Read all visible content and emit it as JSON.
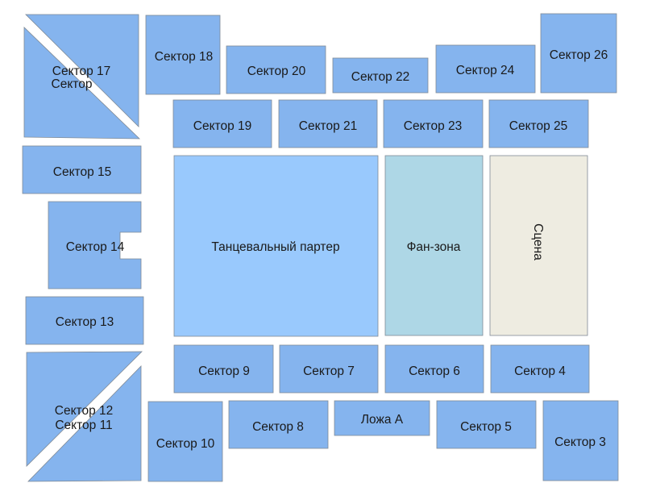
{
  "colors": {
    "sector": "#85b4ee",
    "dance_floor": "#99c9fd",
    "fan_zone": "#aed7e6",
    "stage": "#eeece1",
    "outline": "#7f8a96"
  },
  "sectors": {
    "s3": "Сектор 3",
    "s4": "Сектор 4",
    "s5": "Сектор 5",
    "s6": "Сектор 6",
    "s7": "Сектор 7",
    "s8": "Сектор 8",
    "s9": "Сектор 9",
    "s10": "Сектор 10",
    "s11": "Сектор 11",
    "s12": "Сектор 12",
    "s13": "Сектор 13",
    "s14": "Сектор 14",
    "s15": "Сектор 15",
    "s16": "Сектор",
    "s17": "Сектор 17",
    "s18": "Сектор 18",
    "s19": "Сектор 19",
    "s20": "Сектор 20",
    "s21": "Сектор 21",
    "s22": "Сектор 22",
    "s23": "Сектор 23",
    "s24": "Сектор 24",
    "s25": "Сектор 25",
    "s26": "Сектор 26",
    "box_a": "Ложа А"
  },
  "zones": {
    "dance_floor": "Танцевальный партер",
    "fan_zone": "Фан-зона",
    "stage": "Сцена"
  }
}
